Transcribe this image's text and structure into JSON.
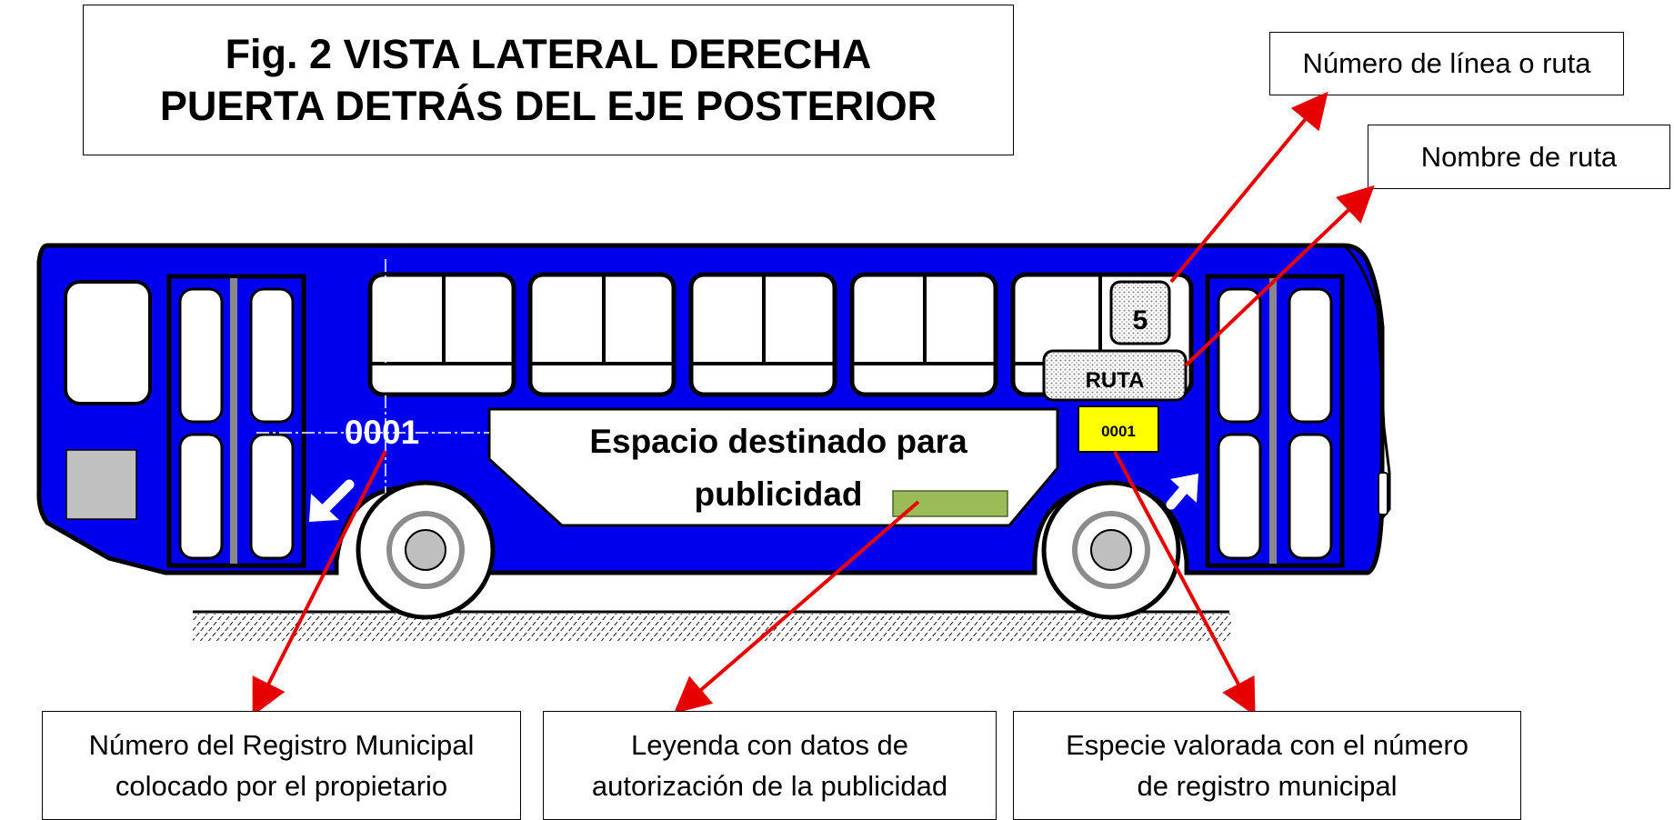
{
  "figure": {
    "title_line1": "Fig. 2 VISTA LATERAL DERECHA",
    "title_line2": "PUERTA DETRÁS DEL EJE POSTERIOR"
  },
  "bus": {
    "route_number": "5",
    "route_sign": "RUTA",
    "registration_painted": "0001",
    "registration_sticker": "0001",
    "ad_space_line1": "Espacio destinado para",
    "ad_space_line2": "publicidad",
    "body_color": "#0000ee",
    "sticker_color": "#ffff00",
    "legend_plate_color": "#9bbb59"
  },
  "labels": {
    "route_line_number": "Número de línea o ruta",
    "route_name": "Nombre de ruta",
    "registration_line1": "Número del Registro Municipal",
    "registration_line2": "colocado por el propietario",
    "legend_line1": "Leyenda con datos de",
    "legend_line2": "autorización de la publicidad",
    "sticker_line1": "Especie valorada con el número",
    "sticker_line2": "de registro municipal"
  },
  "colors": {
    "arrow": "#e60000"
  }
}
